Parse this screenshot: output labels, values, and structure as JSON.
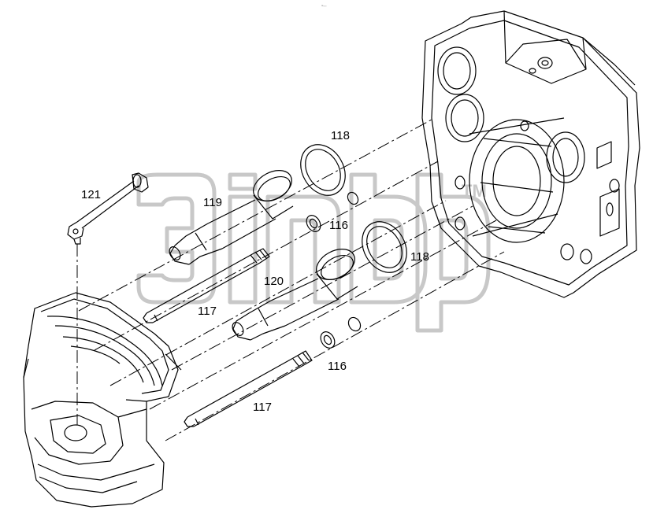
{
  "header": {
    "tiny_mark": "ᵐ◦◦◦"
  },
  "watermark": {
    "trademark": "TM",
    "color": "#c8c8c8"
  },
  "line_color": "#000000",
  "callouts": [
    {
      "id": "121",
      "text": "121"
    },
    {
      "id": "119",
      "text": "119"
    },
    {
      "id": "118a",
      "text": "118"
    },
    {
      "id": "116a",
      "text": "116"
    },
    {
      "id": "118b",
      "text": "118"
    },
    {
      "id": "120",
      "text": "120"
    },
    {
      "id": "117a",
      "text": "117"
    },
    {
      "id": "116b",
      "text": "116"
    },
    {
      "id": "117b",
      "text": "117"
    }
  ]
}
